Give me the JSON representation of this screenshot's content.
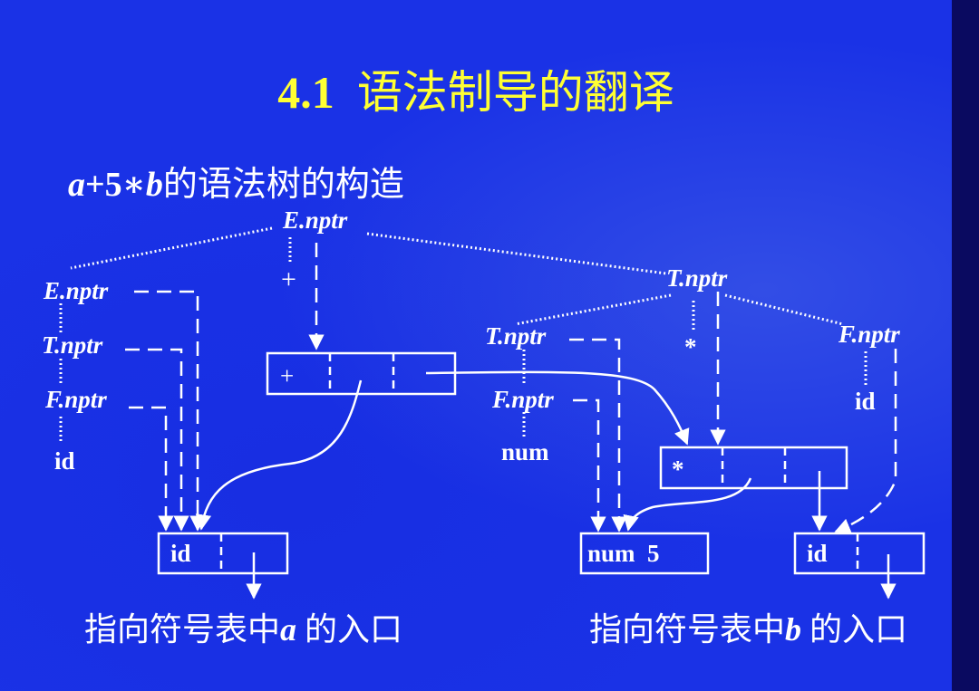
{
  "title": {
    "number": "4.1",
    "text": "语法制导的翻译"
  },
  "subtitle": {
    "expr_a": "a",
    "expr_mid": "+5∗",
    "expr_b": "b",
    "text": "的语法树的构造"
  },
  "diagram": {
    "nodes": {
      "e_root": "E.nptr",
      "e_left": "E.nptr",
      "t_left": "T.nptr",
      "f_left": "F.nptr",
      "id_left": "id",
      "plus_op": "+",
      "t_right": "T.nptr",
      "t_mid": "T.nptr",
      "f_mid": "F.nptr",
      "num_leaf": "num",
      "star_op": "*",
      "f_right": "F.nptr",
      "id_right": "id"
    },
    "boxes": {
      "plus_box": "+",
      "star_box": "*",
      "id_box_a": "id",
      "num_box": "num  5",
      "id_box_b": "id"
    }
  },
  "captions": {
    "left": {
      "prefix": "指向符号表中",
      "var": "a",
      "suffix": " 的入口"
    },
    "right": {
      "prefix": "指向符号表中",
      "var": "b",
      "suffix": " 的入口"
    }
  },
  "colors": {
    "background": "#1a32e6",
    "title": "#ffff33",
    "text": "#ffffff",
    "band": "#0a0a60"
  }
}
